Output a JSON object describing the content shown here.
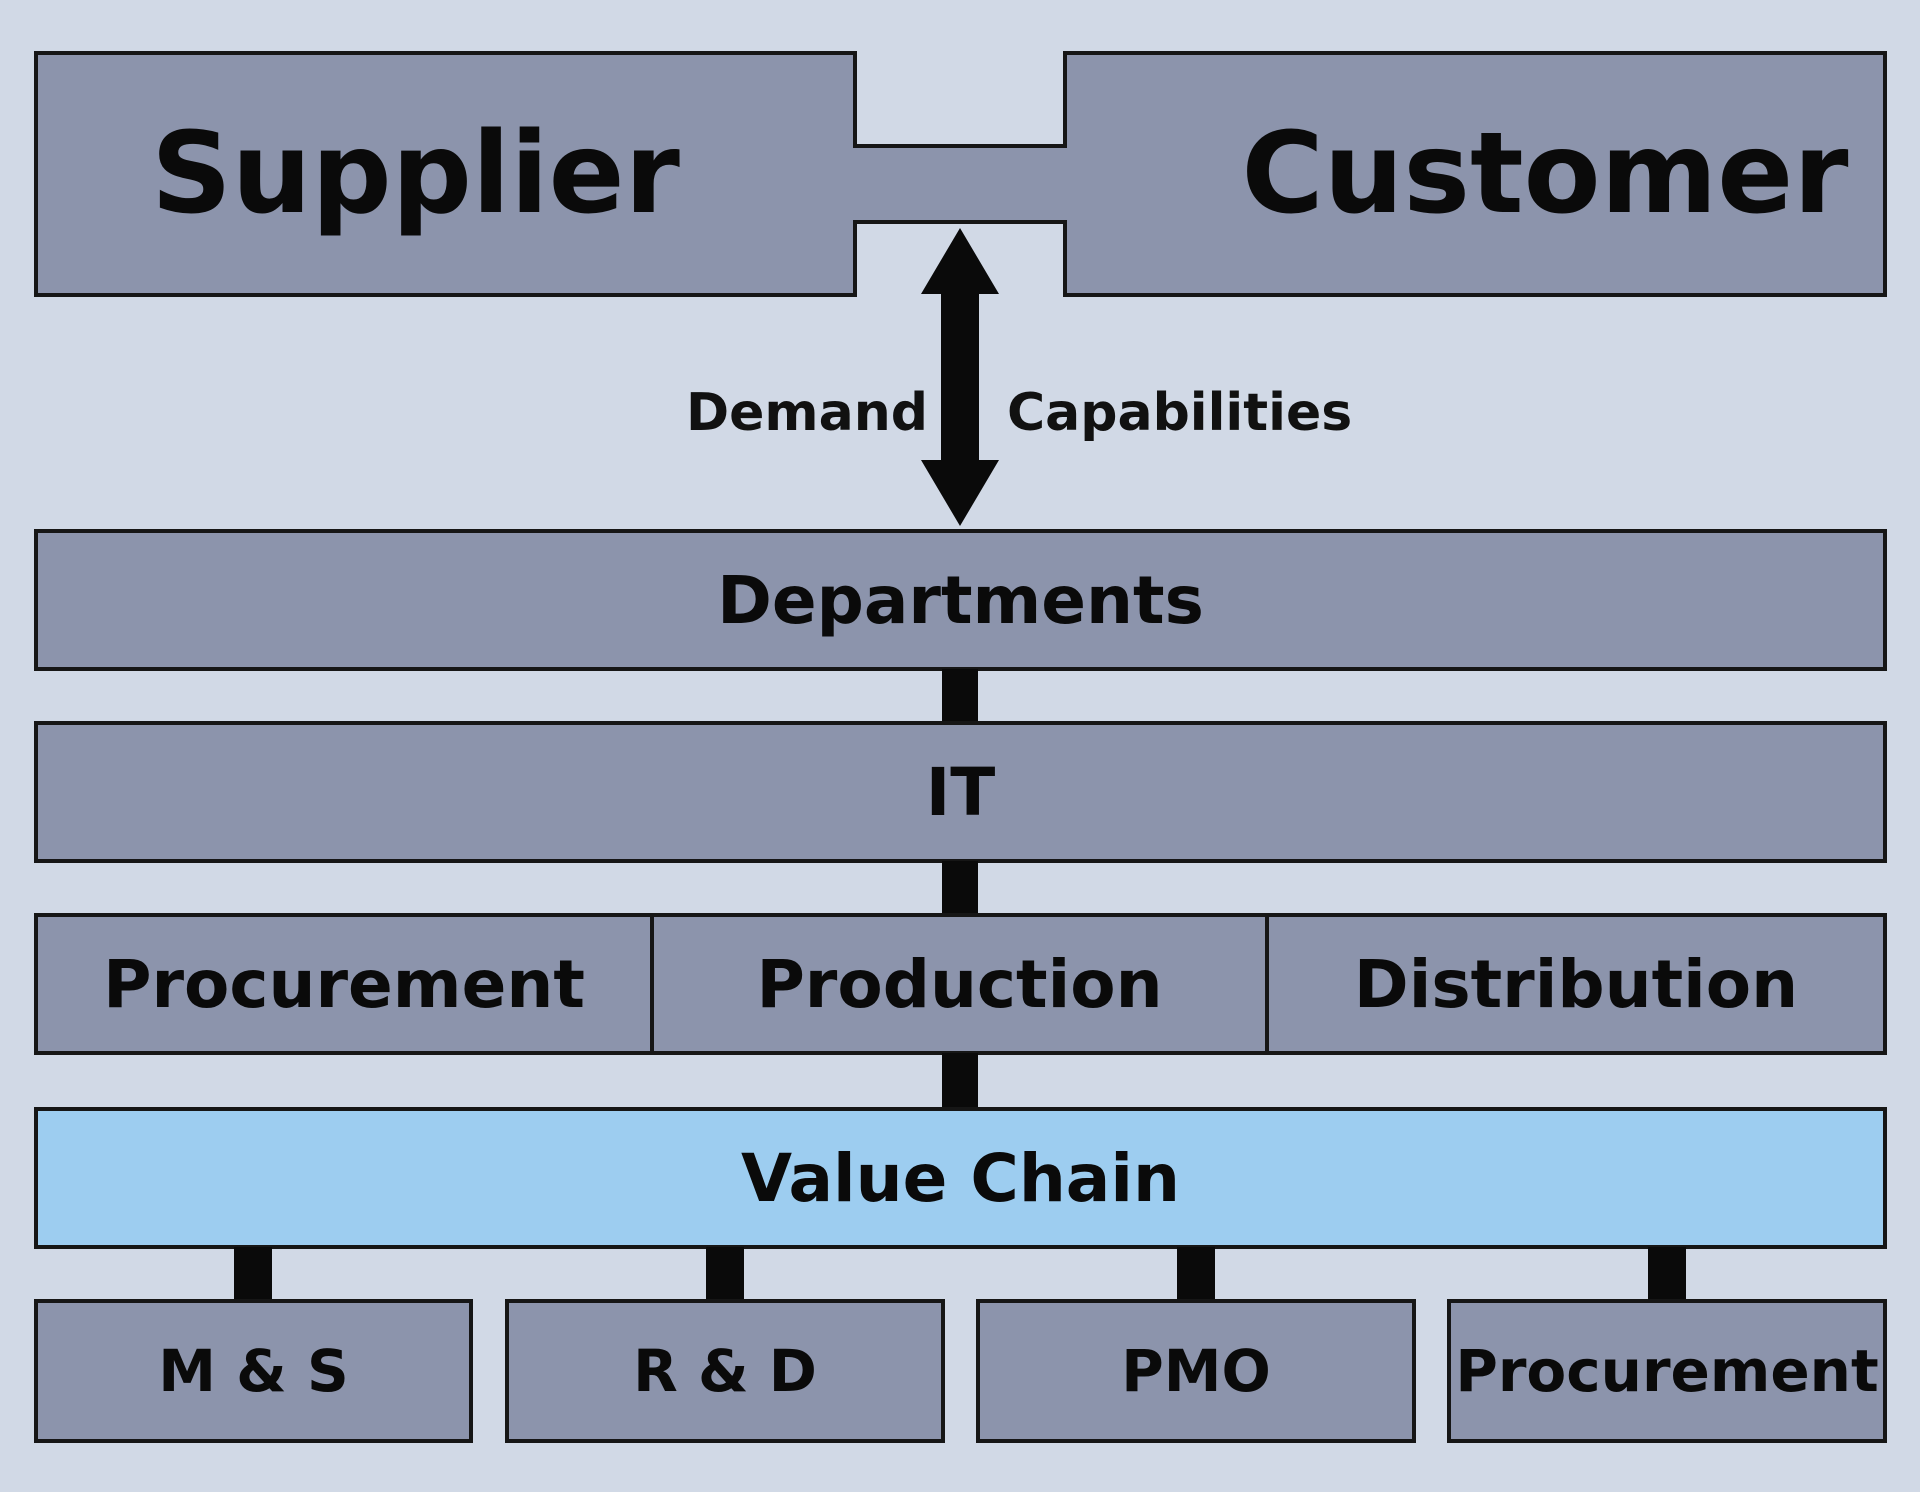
{
  "colors": {
    "background": "#d1d9e6",
    "box_fill": "#8c94ac",
    "value_chain_fill": "#9dcdf0",
    "border": "#161616",
    "connector": "#0a0a0a"
  },
  "top": {
    "supplier": "Supplier",
    "customer": "Customer"
  },
  "arrow": {
    "left_label": "Demand",
    "right_label": "Capabilities"
  },
  "departments": "Departments",
  "it": "IT",
  "functions": [
    "Procurement",
    "Production",
    "Distribution"
  ],
  "value_chain": "Value Chain",
  "support": [
    "M & S",
    "R & D",
    "PMO",
    "Procurement"
  ]
}
